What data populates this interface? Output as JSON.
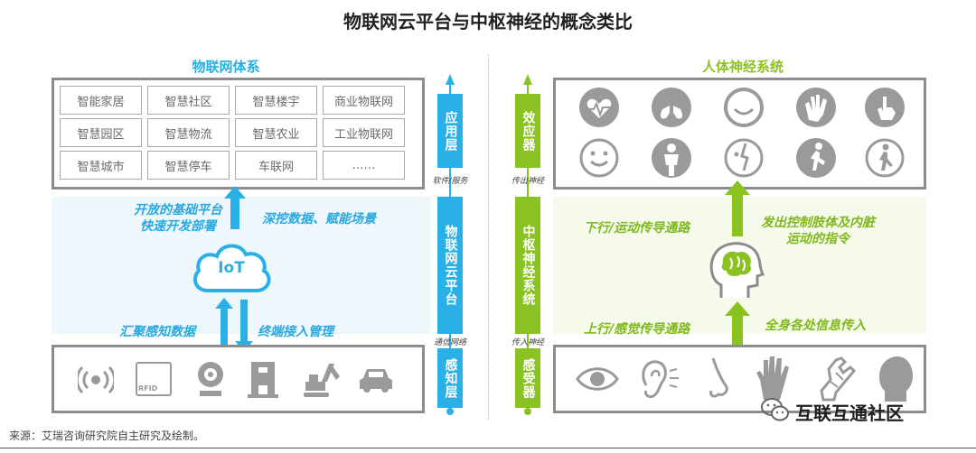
{
  "title": "物联网云平台与中枢神经的概念类比",
  "left": {
    "section_title": "物联网体系",
    "app_grid": [
      "智能家居",
      "智慧社区",
      "智慧楼宇",
      "商业物联网",
      "智慧园区",
      "智慧物流",
      "智慧农业",
      "工业物联网",
      "智慧城市",
      "智慧停车",
      "车联网",
      "……"
    ],
    "iot_label": "IoT",
    "text_open": "开放的基础平台",
    "text_fast": "快速开发部署",
    "text_mining": "深挖数据、赋能场景",
    "text_collect": "汇聚感知数据",
    "text_terminal": "终端接入管理",
    "sensor_icons": [
      "wireless-signal-icon",
      "rfid-tag-icon",
      "camera-icon",
      "machine-icon",
      "excavator-icon",
      "car-icon"
    ],
    "sensor_icon_text": "RFID"
  },
  "middle": {
    "blue_col_1": "应用层",
    "blue_col_2": "物联网云平台",
    "blue_col_3": "感知层",
    "green_col_1": "效应器",
    "green_col_2": "中枢神经系统",
    "green_col_3": "感受器",
    "label_software": "软件/服务",
    "label_network": "通信网络",
    "label_out_nerve": "传出神经",
    "label_in_nerve": "传入神经"
  },
  "right": {
    "section_title": "人体神经系统",
    "effector_icons": [
      "heart-icon",
      "lungs-icon",
      "smile-icon",
      "clapping-hands-icon",
      "touch-hand-icon",
      "happy-face-icon",
      "person-icon",
      "speaking-face-icon",
      "running-person-icon",
      "walking-person-icon"
    ],
    "text_down": "下行/运动传导通路",
    "text_control_1": "发出控制肢体及内脏",
    "text_control_2": "运动的指令",
    "text_up": "上行/感觉传导通路",
    "text_body": "全身各处信息传入",
    "receptor_icons": [
      "eye-icon",
      "ear-icon",
      "nose-icon",
      "hand-icon",
      "arm-icon",
      "head-icon"
    ]
  },
  "source": "来源：艾瑞咨询研究院自主研究及绘制。",
  "watermark": "互联互通社区",
  "colors": {
    "blue": "#29b0e6",
    "green": "#8ac221",
    "frame": "#8c8c8c",
    "icon": "#9a9a9a"
  }
}
